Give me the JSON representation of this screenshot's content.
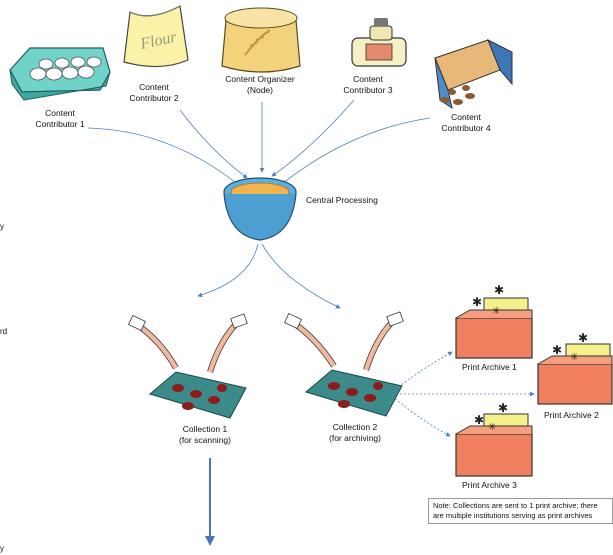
{
  "nodes": {
    "contributor1": {
      "line1": "Content",
      "line2": "Contributor 1"
    },
    "contributor2": {
      "line1": "Content",
      "line2": "Contributor 2"
    },
    "organizer": {
      "line1": "Content Organizer",
      "line2": "(Node)"
    },
    "contributor3": {
      "line1": "Content",
      "line2": "Contributor 3"
    },
    "contributor4": {
      "line1": "Content",
      "line2": "Contributor 4"
    },
    "central": {
      "label": "Central Processing"
    },
    "collection1": {
      "line1": "Collection 1",
      "line2": "(for scanning)"
    },
    "collection2": {
      "line1": "Collection 2",
      "line2": "(for archiving)"
    },
    "archive1": {
      "label": "Print Archive 1"
    },
    "archive2": {
      "label": "Print Archive 2"
    },
    "archive3": {
      "label": "Print Archive 3"
    }
  },
  "flour_text": "Flour",
  "note": "Note: Collections are sent to 1 print archive; there are multiple institutions serving as print archives",
  "edge_fragments": [
    "y",
    "rd",
    "y"
  ],
  "colors": {
    "arrow": "#4f81bd",
    "big_arrow": "#4a76b8",
    "box": "#f08060",
    "egg_tray": "#5ec8c0",
    "bowl": "#5fb0e0"
  }
}
